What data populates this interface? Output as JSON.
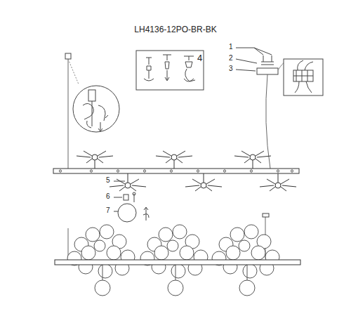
{
  "diagram": {
    "title": "LH4136-12PO-BR-BK",
    "labels": [
      "1",
      "2",
      "3",
      "4",
      "5",
      "6",
      "7"
    ]
  }
}
